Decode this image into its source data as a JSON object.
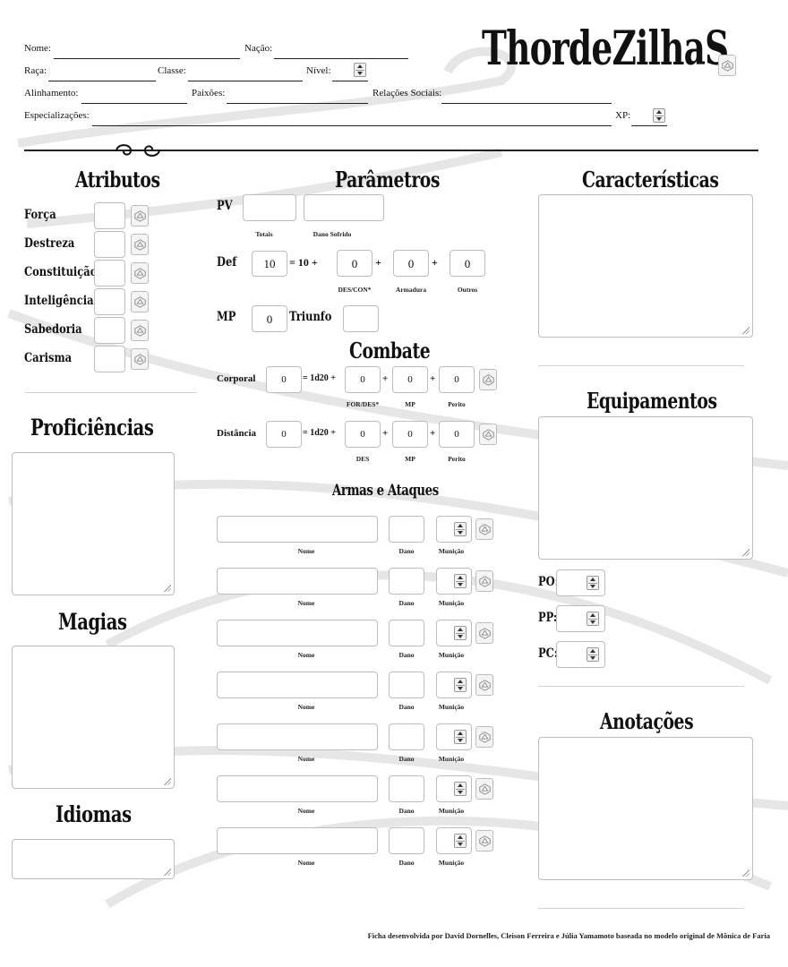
{
  "header": {
    "logo_text": "ThordeZilhaS",
    "fields": {
      "nome": "Nome:",
      "nacao": "Nação:",
      "raca": "Raça:",
      "classe": "Classe:",
      "nivel": "Nível:",
      "alinhamento": "Alinhamento:",
      "paixoes": "Paixões:",
      "relacoes": "Relações Sociais:",
      "especializacoes": "Especializações:",
      "xp": "XP:"
    }
  },
  "atributos": {
    "title": "Atributos",
    "items": [
      "Força",
      "Destreza",
      "Constituição",
      "Inteligência",
      "Sabedoria",
      "Carisma"
    ]
  },
  "parametros": {
    "title": "Parâmetros",
    "pv_label": "PV",
    "totais": "Totais",
    "dano_sofrido": "Dano Sofrido",
    "def_label": "Def",
    "def_base": "10",
    "def_eq": "= 10 +",
    "plus": "+",
    "def_des": "0",
    "def_arm": "0",
    "def_out": "0",
    "des_con": "DES/CON*",
    "armadura": "Armadura",
    "outros": "Outros",
    "mp_label": "MP",
    "mp_value": "0",
    "triunfo": "Triunfo"
  },
  "combate": {
    "title": "Combate",
    "corporal": "Corporal",
    "distancia": "Distância",
    "d20": "= 1d20 +",
    "zero": "0",
    "for_des": "FOR/DES*",
    "des": "DES",
    "mp": "MP",
    "perito": "Perito"
  },
  "armas": {
    "title": "Armas e Ataques",
    "nome": "Nome",
    "dano": "Dano",
    "municao": "Munição"
  },
  "proficiencias": {
    "title": "Proficiências"
  },
  "magias": {
    "title": "Magias"
  },
  "idiomas": {
    "title": "Idiomas"
  },
  "caracteristicas": {
    "title": "Características"
  },
  "equipamentos": {
    "title": "Equipamentos",
    "coins": [
      "PO:",
      "PP:",
      "PC:"
    ]
  },
  "anotacoes": {
    "title": "Anotações"
  },
  "footer": "Ficha desenvolvida por David Dornelles, Cleison Ferreira e Júlia Yamamoto baseada no modelo original de Mônica de Faria",
  "colors": {
    "ink": "#111111",
    "border": "#bdbdbd",
    "swirl": "#e4e4e4"
  },
  "icons": [
    "d20-dice-icon",
    "spinner-icon",
    "resize-handle-icon",
    "swirl-ornament-icon"
  ]
}
